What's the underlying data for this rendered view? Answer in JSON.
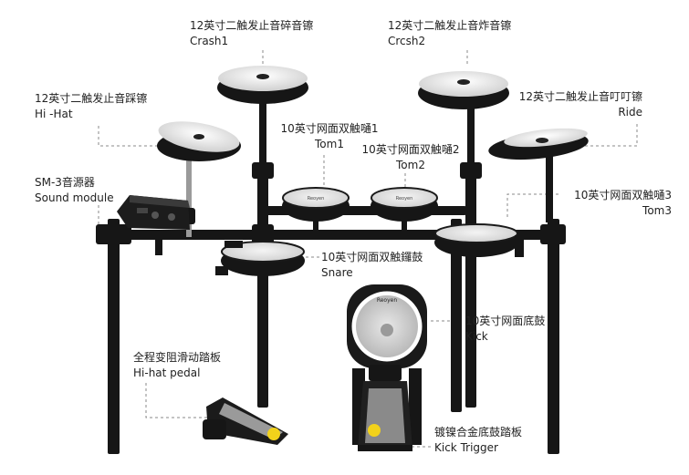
{
  "labels": {
    "crash1": {
      "zh": "12英寸二触发止音碎音镲",
      "en": "Crash1"
    },
    "crash2": {
      "zh": "12英寸二触发止音炸音镲",
      "en": "Crcsh2"
    },
    "hihat": {
      "zh": "12英寸二触发止音踩镲",
      "en": "Hi -Hat"
    },
    "ride": {
      "zh": "12英寸二触发止音叮叮镲",
      "en": "Ride"
    },
    "tom1": {
      "zh": "10英寸网面双触嗵1",
      "en": "Tom1"
    },
    "tom2": {
      "zh": "10英寸网面双触嗵2",
      "en": "Tom2"
    },
    "module": {
      "zh": "SM-3音源器",
      "en": "Sound module"
    },
    "tom3": {
      "zh": "10英寸网面双触嗵3",
      "en": "Tom3"
    },
    "snare": {
      "zh": "10英寸网面双触鑼鼓",
      "en": "Snare"
    },
    "kick": {
      "zh": "10英寸网面底鼓",
      "en": "Kick"
    },
    "hihat_pedal": {
      "zh": "全程变阻滑动踏板",
      "en": "Hi-hat pedal"
    },
    "kick_trigger": {
      "zh": "镀镍合金底鼓踏板",
      "en": "Kick Trigger"
    }
  },
  "kick_brand": "Reoyen",
  "colors": {
    "frame": "#161616",
    "pad": "#d9d9d9",
    "rim": "#1a1a1a",
    "leader": "#888888",
    "text": "#222222"
  }
}
